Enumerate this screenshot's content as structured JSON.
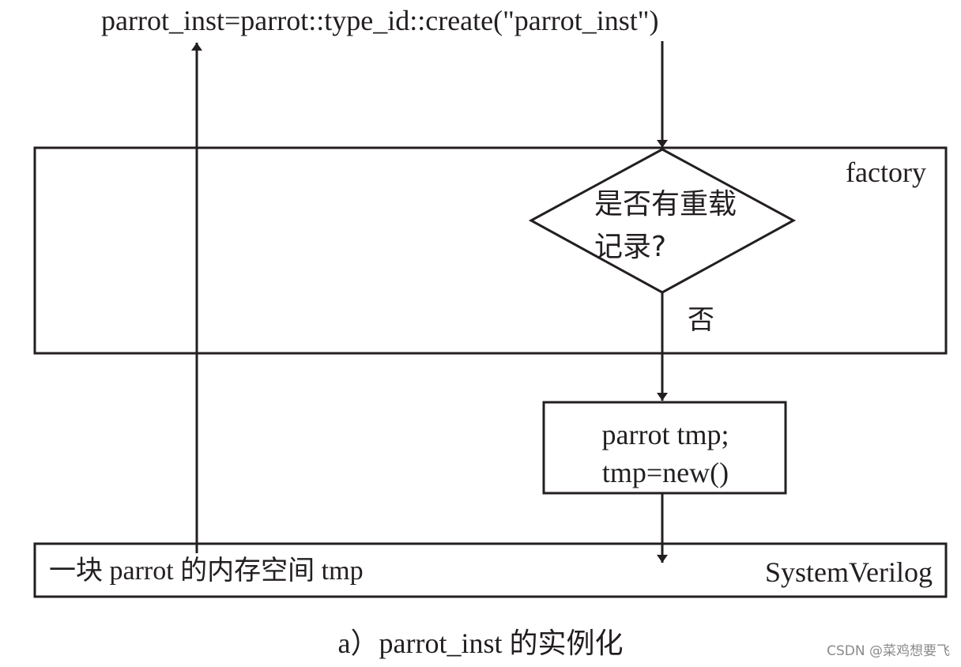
{
  "diagram": {
    "code_line": "parrot_inst=parrot::type_id::create(\"parrot_inst\")",
    "factory_label": "factory",
    "decision": {
      "text": "是否有重载记录?"
    },
    "no_label": "否",
    "process": {
      "line1": "parrot tmp;",
      "line2": "tmp=new()"
    },
    "memory_label": "一块 parrot 的内存空间 tmp",
    "systemverilog_label": "SystemVerilog",
    "caption": "a）parrot_inst 的实例化"
  },
  "watermark": "CSDN @菜鸡想要飞",
  "colors": {
    "stroke": "#231f20",
    "background": "#ffffff",
    "watermark": "#8a8a8a"
  }
}
